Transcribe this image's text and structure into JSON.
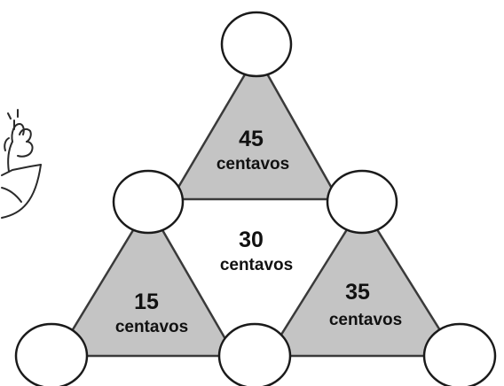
{
  "diagram": {
    "triangles": [
      {
        "id": "top",
        "value": "45",
        "unit": "centavos",
        "shaded": true
      },
      {
        "id": "left",
        "value": "15",
        "unit": "centavos",
        "shaded": true
      },
      {
        "id": "right",
        "value": "35",
        "unit": "centavos",
        "shaded": true
      }
    ],
    "center": {
      "value": "30",
      "unit": "centavos"
    },
    "circles_count": 6,
    "colors": {
      "shaded": "#c4c4c4",
      "outline": "#1a1a1a",
      "background": "#ffffff"
    }
  }
}
